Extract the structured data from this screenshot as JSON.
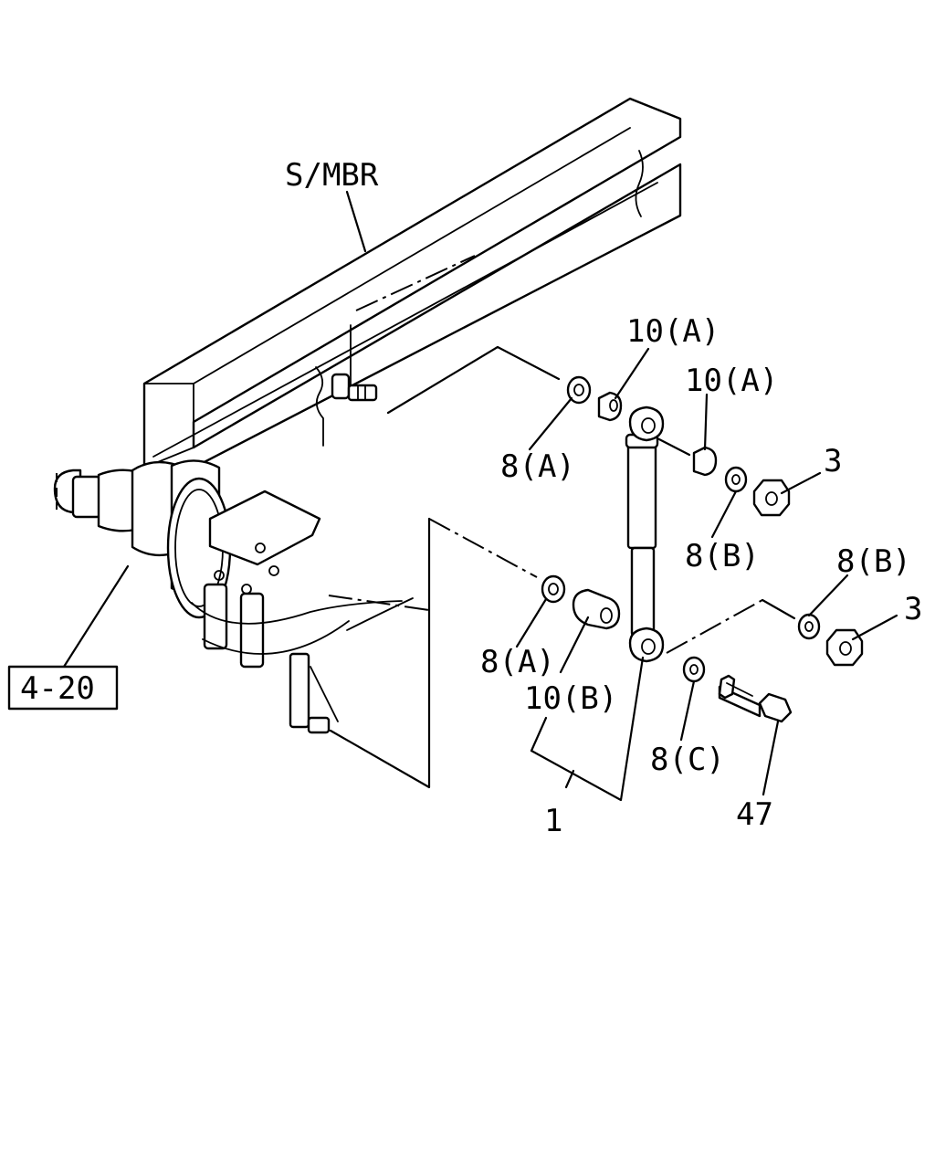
{
  "labels": {
    "sub_member": "S/MBR",
    "reference_box": "4-20",
    "assembly": "1",
    "washer_upper": "8(A)",
    "bushing_upper_inner": "10(A)",
    "bushing_upper_outer": "10(A)",
    "washer_upper_outer": "8(B)",
    "nut_upper": "3",
    "washer_lower_inner": "8(A)",
    "bushing_lower": "10(B)",
    "washer_lower_outer": "8(B)",
    "nut_lower": "3",
    "washer_bolt": "8(C)",
    "bolt": "47"
  }
}
